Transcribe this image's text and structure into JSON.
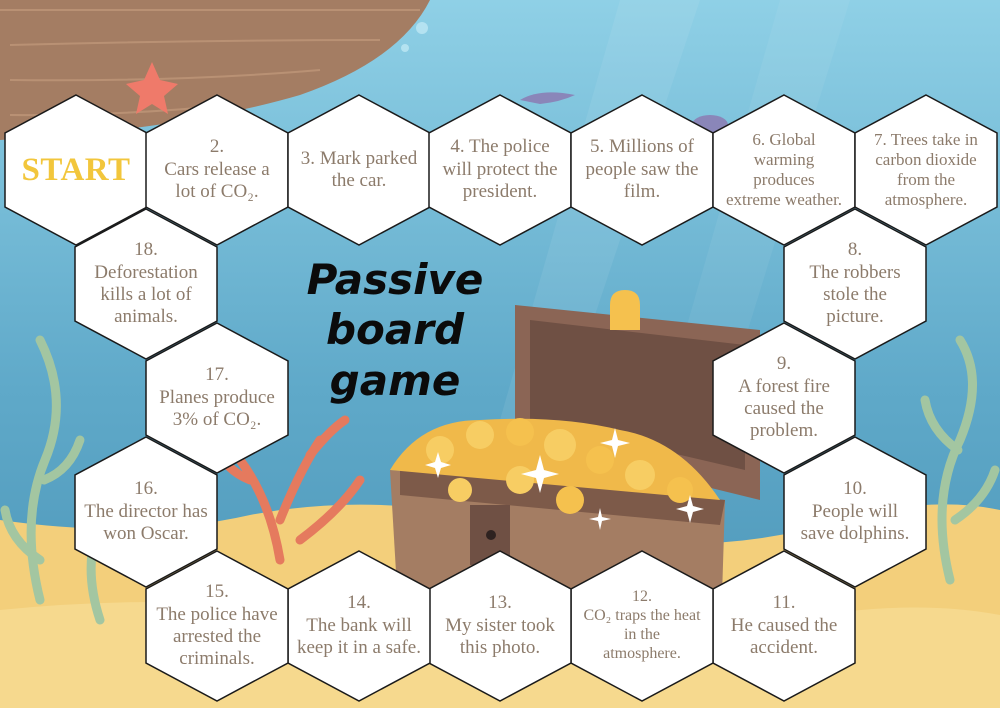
{
  "title": "Passive\nboard\ngame",
  "colors": {
    "water": "#5fa9c9",
    "sand": "#f3cf7b",
    "cell_text": "#8c7b6b",
    "start_text": "#f2c63c"
  },
  "cells": [
    {
      "id": "start",
      "text": "START"
    },
    {
      "id": "2",
      "text": "2.\nCars release a\nlot of CO₂."
    },
    {
      "id": "3",
      "text": "3. Mark parked\nthe car."
    },
    {
      "id": "4",
      "text": "4. The police\nwill protect the\npresident."
    },
    {
      "id": "5",
      "text": "5. Millions of\npeople saw the\nfilm."
    },
    {
      "id": "6",
      "text": "6. Global\nwarming\nproduces\nextreme weather."
    },
    {
      "id": "7",
      "text": "7. Trees take in\ncarbon dioxide\nfrom the\natmosphere."
    },
    {
      "id": "8",
      "text": "8.\nThe robbers\nstole the\npicture."
    },
    {
      "id": "9",
      "text": "9.\nA forest fire\ncaused the\nproblem."
    },
    {
      "id": "10",
      "text": "10.\nPeople will\nsave dolphins."
    },
    {
      "id": "11",
      "text": "11.\nHe caused the\naccident."
    },
    {
      "id": "12",
      "text": "12.\nCO₂ traps the heat\nin the\natmosphere."
    },
    {
      "id": "13",
      "text": "13.\nMy sister took\nthis photo."
    },
    {
      "id": "14",
      "text": "14.\nThe bank will\nkeep it in a safe."
    },
    {
      "id": "15",
      "text": "15.\nThe police have\narrested the\ncriminals."
    },
    {
      "id": "16",
      "text": "16.\nThe director has\nwon Oscar."
    },
    {
      "id": "17",
      "text": "17.\nPlanes produce\n3% of CO₂."
    },
    {
      "id": "18",
      "text": "18.\nDeforestation\nkills a lot of\nanimals."
    }
  ]
}
